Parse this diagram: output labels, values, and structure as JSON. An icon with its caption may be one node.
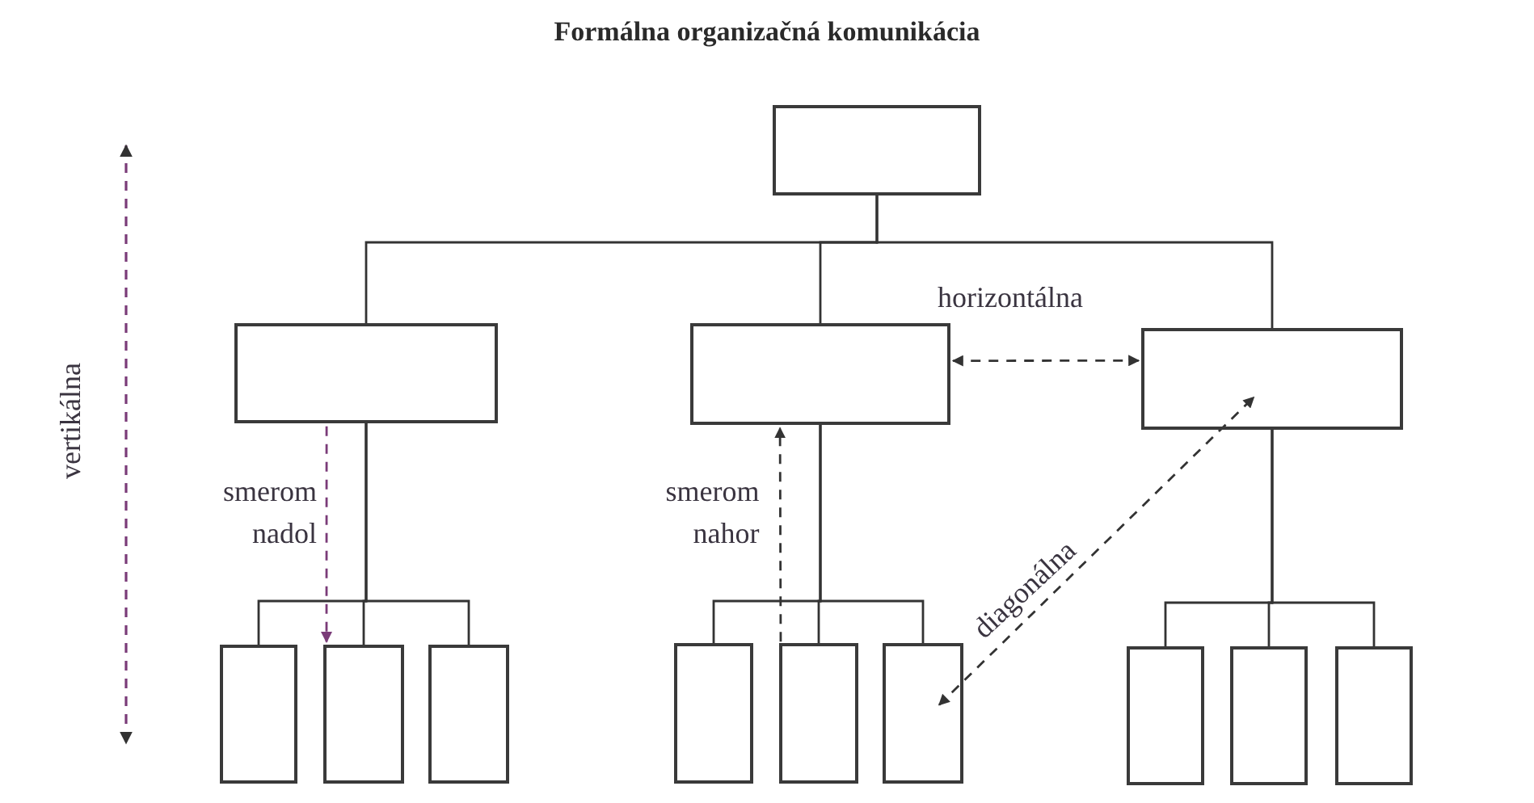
{
  "diagram": {
    "title": "Formálna organizačná komunikácia",
    "nodes": [
      {
        "text": [],
        "shape": "box"
      },
      {
        "text": [],
        "shape": "box"
      },
      {
        "text": [],
        "shape": "box"
      },
      {
        "text": [],
        "shape": "box"
      },
      {
        "text": [],
        "shape": "box"
      },
      {
        "text": [],
        "shape": "box"
      },
      {
        "text": [],
        "shape": "box"
      },
      {
        "text": [],
        "shape": "box"
      },
      {
        "text": [],
        "shape": "box"
      },
      {
        "text": [],
        "shape": "box"
      },
      {
        "text": [],
        "shape": "box"
      },
      {
        "text": [],
        "shape": "box"
      },
      {
        "text": [],
        "shape": "box"
      }
    ],
    "edges": [
      {
        "from": 0,
        "to": 1,
        "arrow": "none"
      },
      {
        "from": 0,
        "to": 2,
        "arrow": "none"
      },
      {
        "from": 0,
        "to": 3,
        "arrow": "none"
      },
      {
        "from": 1,
        "to": 4,
        "arrow": "none"
      },
      {
        "from": 1,
        "to": 5,
        "arrow": "none"
      },
      {
        "from": 1,
        "to": 6,
        "arrow": "none"
      },
      {
        "from": 2,
        "to": 7,
        "arrow": "none"
      },
      {
        "from": 2,
        "to": 8,
        "arrow": "none"
      },
      {
        "from": 2,
        "to": 9,
        "arrow": "none"
      },
      {
        "from": 3,
        "to": 10,
        "arrow": "none"
      },
      {
        "from": 3,
        "to": 11,
        "arrow": "none"
      },
      {
        "from": 3,
        "to": 12,
        "arrow": "none"
      },
      {
        "from": 1,
        "to": 5,
        "arrow": "to",
        "label": "smerom nadol",
        "style": "dashed",
        "color": "#7a3b78"
      },
      {
        "from": 8,
        "to": 2,
        "arrow": "to",
        "label": "smerom nahor",
        "style": "dashed"
      },
      {
        "from": 2,
        "to": 3,
        "arrow": "both",
        "label": "horizontálna",
        "style": "dashed"
      },
      {
        "from": 9,
        "to": 3,
        "arrow": "both",
        "label": "diagonálna",
        "style": "dashed"
      }
    ],
    "labels": [
      "vertikálna"
    ]
  }
}
